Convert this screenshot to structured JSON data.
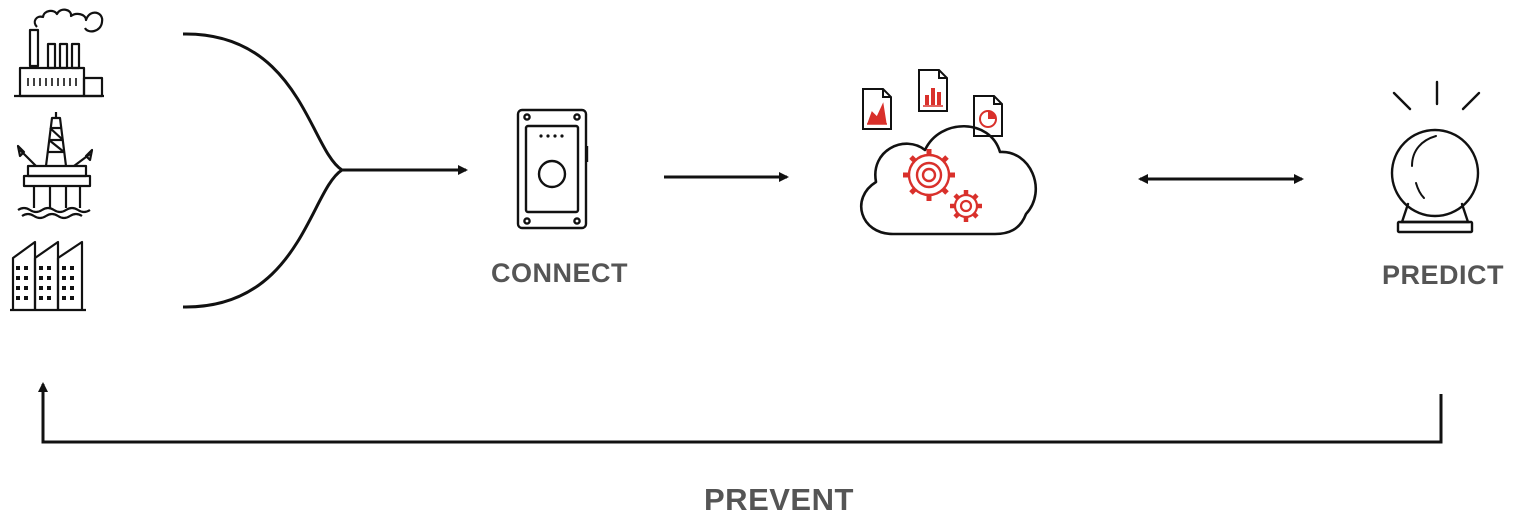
{
  "diagram": {
    "labels": {
      "connect": "CONNECT",
      "predict": "PREDICT",
      "prevent": "PREVENT"
    },
    "icons": {
      "sources": [
        "factory-icon",
        "oil-rig-icon",
        "industrial-buildings-icon"
      ],
      "device": "sensor-device-icon",
      "cloud": "cloud-analytics-icon",
      "documents": [
        "line-chart-document-icon",
        "bar-chart-document-icon",
        "pie-chart-document-icon"
      ],
      "predict": "crystal-ball-icon"
    },
    "colors": {
      "stroke": "#111111",
      "accent": "#d9302b",
      "label": "#555555"
    }
  }
}
